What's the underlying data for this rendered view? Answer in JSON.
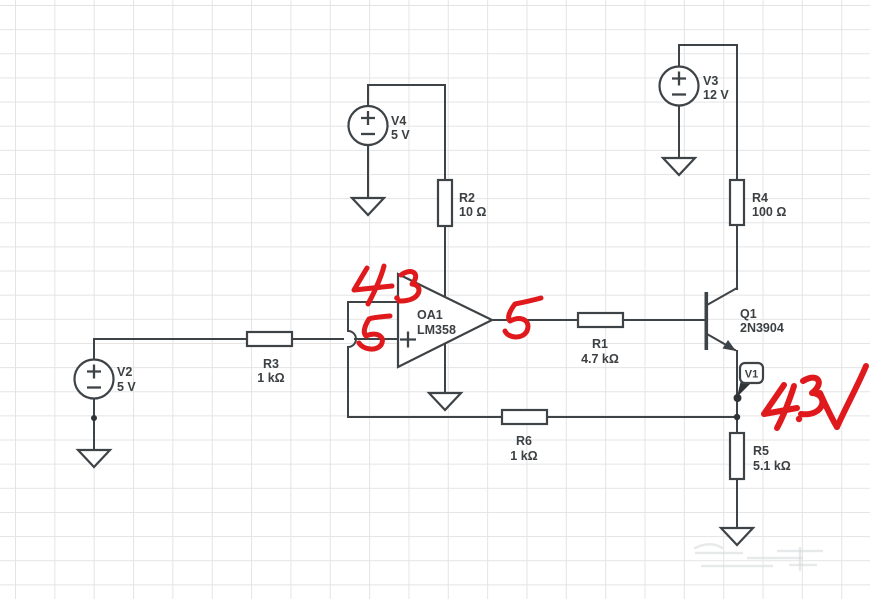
{
  "canvas": {
    "background": "#ffffff",
    "grid_color": "#e4e4e4",
    "wire_color": "#3e4347",
    "text_color": "#3c4043"
  },
  "components": {
    "v2": {
      "name": "V2",
      "value": "5 V"
    },
    "v3": {
      "name": "V3",
      "value": "12 V"
    },
    "v4": {
      "name": "V4",
      "value": "5 V"
    },
    "r1": {
      "name": "R1",
      "value": "4.7 kΩ"
    },
    "r2": {
      "name": "R2",
      "value": "10 Ω"
    },
    "r3": {
      "name": "R3",
      "value": "1 kΩ"
    },
    "r4": {
      "name": "R4",
      "value": "100 Ω"
    },
    "r5": {
      "name": "R5",
      "value": "5.1 kΩ"
    },
    "r6": {
      "name": "R6",
      "value": "1 kΩ"
    },
    "oa1": {
      "name": "OA1",
      "part": "LM358"
    },
    "q1": {
      "name": "Q1",
      "part": "2N3904"
    },
    "probe_v1": {
      "label": "V1"
    }
  },
  "annotations": {
    "color": "#e0191c",
    "inverting_input": "4.3",
    "noninverting_input": "5",
    "opamp_output": "5",
    "probe_voltage": "4.3V"
  }
}
